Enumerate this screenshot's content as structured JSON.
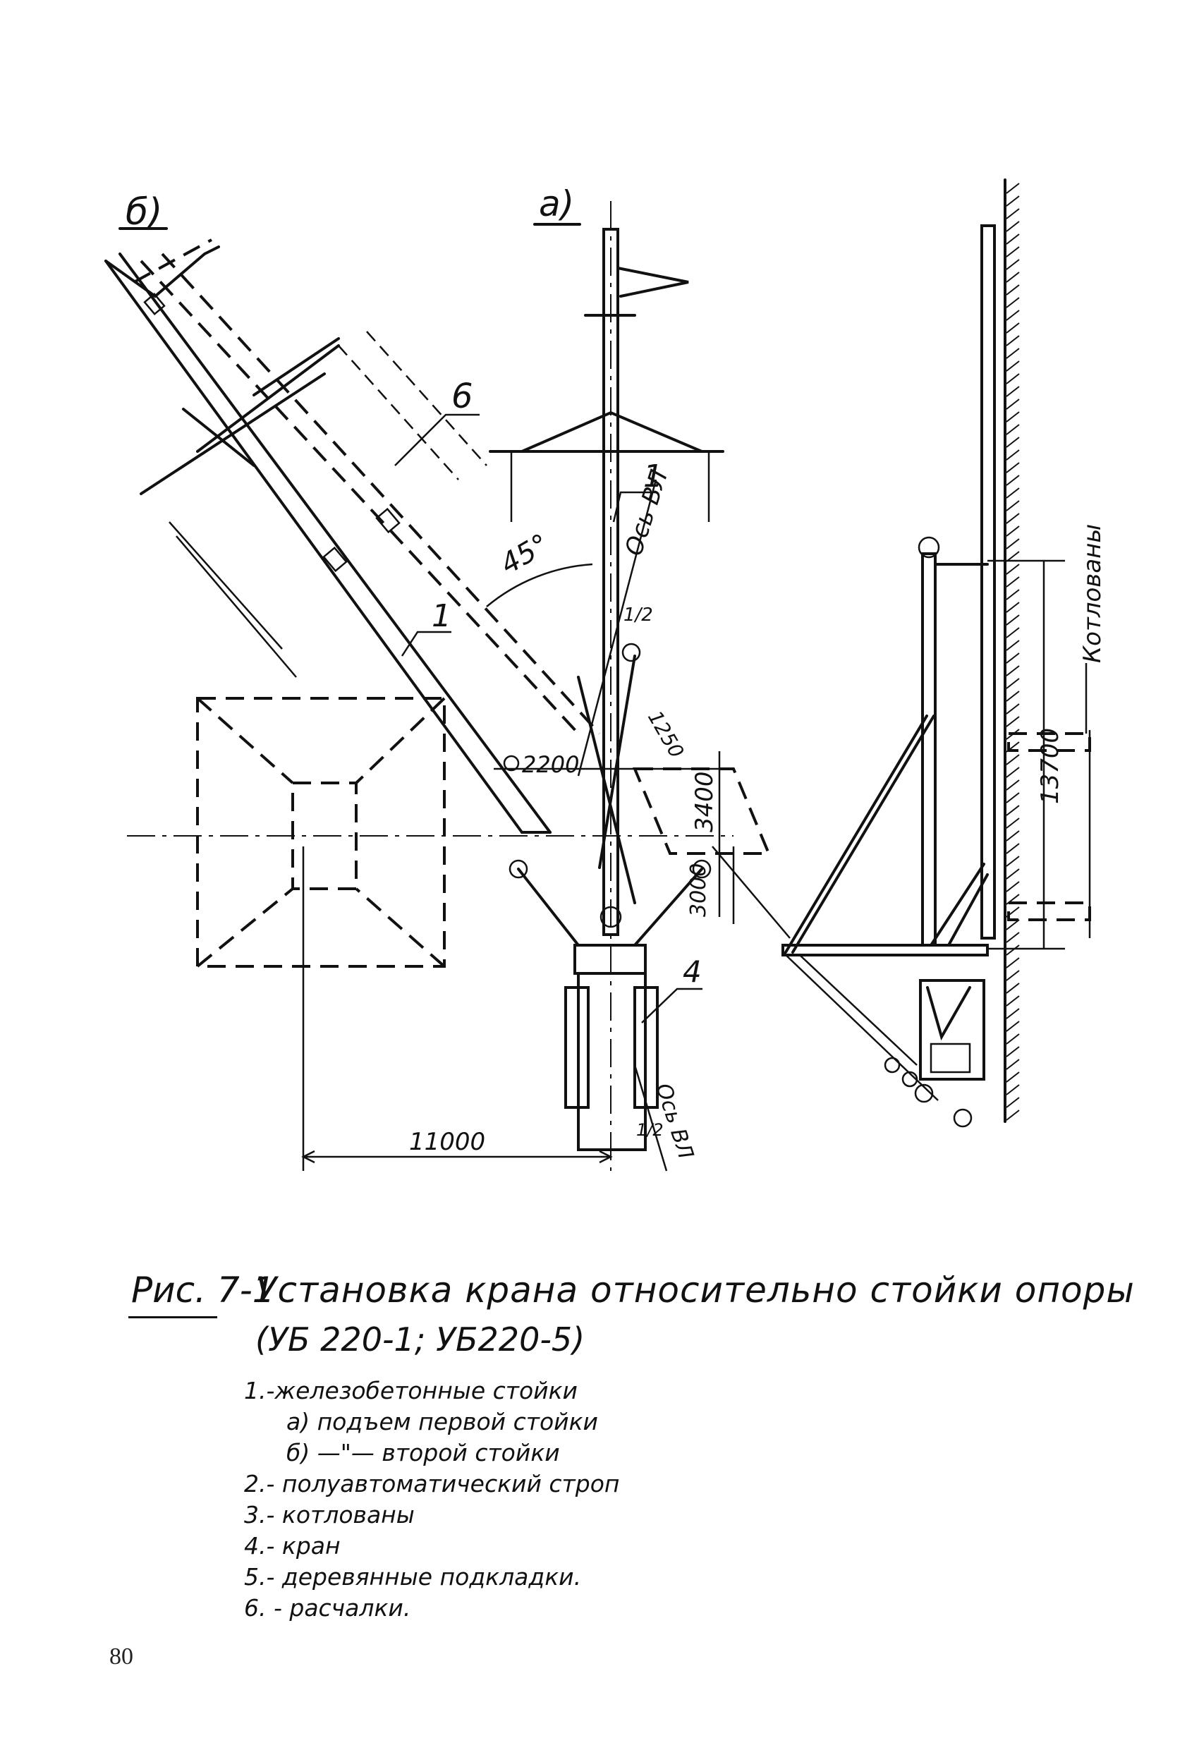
{
  "figure": {
    "label": "Рис. 7-1",
    "title": "Установка крана относительно стойки опоры",
    "subtitle": "(УБ 220-1; УБ220-5)"
  },
  "legend": [
    "1.-железобетонные стойки",
    "а) подъем первой стойки",
    "б) —\"— второй стойки",
    "2.- полуавтоматический строп",
    "3.- котлованы",
    "4.- кран",
    "5.- деревянные подкладки.",
    "6. - расчалки."
  ],
  "diagram": {
    "view_b_label": "б)",
    "view_a_label": "а)",
    "callout_6": "6",
    "callout_1_left": "1",
    "callout_1_center": "1",
    "callout_4": "4",
    "angle_label": "45°",
    "axis_label_top": "Ось ВЛ",
    "axis_label_bottom": "Ось ВЛ",
    "half_mark_top": "1/2",
    "half_mark_bottom": "1/2",
    "dim_1250": "1250",
    "dim_2200": "2200",
    "dim_3400": "3400",
    "dim_3000": "3000",
    "dim_11000": "11000",
    "dim_13700": "13700",
    "pits_label": "Котлованы"
  },
  "page_number": "80"
}
